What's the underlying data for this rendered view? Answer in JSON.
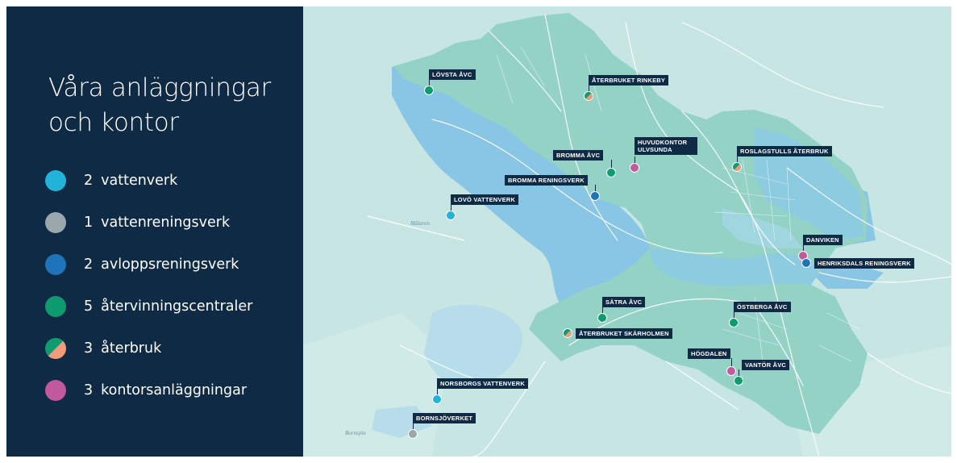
{
  "panel": {
    "title_line1": "Våra anläggningar",
    "title_line2": "och kontor",
    "background": "#0f2a45"
  },
  "legend": [
    {
      "count": "2",
      "label": "vattenverk",
      "color": "#21b3d9",
      "icon": "water-works-dot-icon"
    },
    {
      "count": "1",
      "label": "vattenreningsverk",
      "color": "#9aa8ae",
      "icon": "water-treatment-dot-icon"
    },
    {
      "count": "2",
      "label": "avloppsreningsverk",
      "color": "#1f73b8",
      "icon": "sewage-treatment-dot-icon"
    },
    {
      "count": "5",
      "label": "återvinningscentraler",
      "color": "#0e9b6f",
      "icon": "recycling-centre-dot-icon"
    },
    {
      "count": "3",
      "label": "återbruk",
      "color": "#0e9b6f",
      "color2": "#f29a7c",
      "icon": "reuse-split-dot-icon"
    },
    {
      "count": "3",
      "label": "kontorsanläggningar",
      "color": "#c05a9c",
      "icon": "office-dot-icon"
    }
  ],
  "map": {
    "colors": {
      "land": "#c7e6e3",
      "region": "#93d2c5",
      "water": "#89c5e4",
      "roads": "#ffffff",
      "label_bg": "#0f2a45"
    },
    "lakes": [
      {
        "name": "Mälaren"
      },
      {
        "name": "Bornsjön"
      }
    ],
    "locations": [
      {
        "label": "LÖVSTA ÅVC",
        "type": "recycling"
      },
      {
        "label": "ÅTERBRUKET RINKEBY",
        "type": "reuse"
      },
      {
        "label": "HUVUDKONTOR ULVSUNDA",
        "type": "office"
      },
      {
        "label": "BROMMA ÅVC",
        "type": "recycling"
      },
      {
        "label": "ROSLAGSTULLS ÅTERBRUK",
        "type": "reuse"
      },
      {
        "label": "BROMMA RENINGSVERK",
        "type": "sewage"
      },
      {
        "label": "LOVÖ VATTENVERK",
        "type": "water"
      },
      {
        "label": "DANVIKEN",
        "type": "office"
      },
      {
        "label": "HENRIKSDALS RENINGSVERK",
        "type": "sewage"
      },
      {
        "label": "SÄTRA ÅVC",
        "type": "recycling"
      },
      {
        "label": "ÖSTBERGA ÅVC",
        "type": "recycling"
      },
      {
        "label": "ÅTERBRUKET SKÄRHOLMEN",
        "type": "reuse"
      },
      {
        "label": "HÖGDALEN",
        "type": "office"
      },
      {
        "label": "VANTÖR ÅVC",
        "type": "recycling"
      },
      {
        "label": "NORSBORGS VATTENVERK",
        "type": "water"
      },
      {
        "label": "BORNSJÖVERKET",
        "type": "water-treatment"
      }
    ]
  }
}
